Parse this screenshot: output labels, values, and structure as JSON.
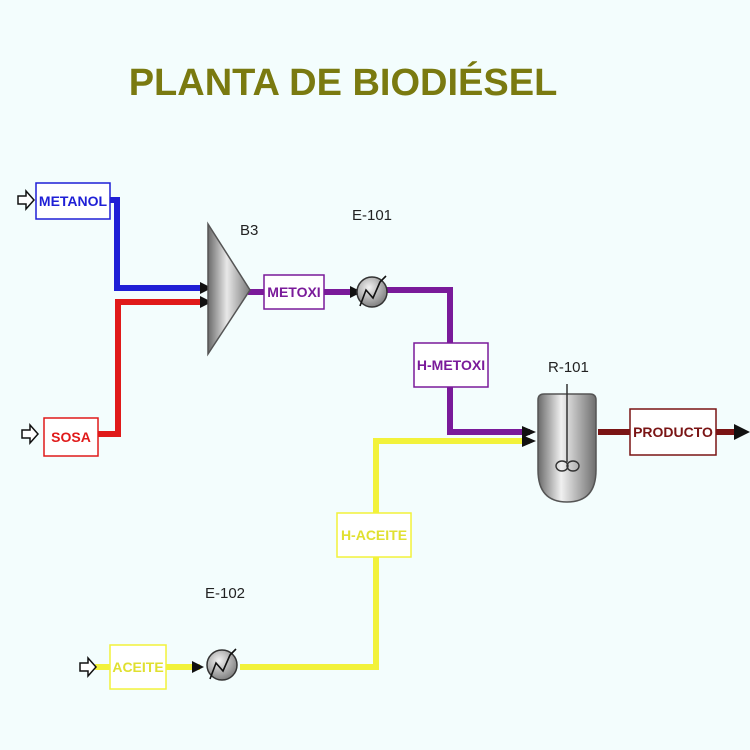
{
  "title": "PLANTA DE BIODIÉSEL",
  "colors": {
    "title": "#7a7a10",
    "metanol": "#1f1fd6",
    "sosa": "#e01a1a",
    "metoxi": "#7a1a9a",
    "aceite": "#f2f23a",
    "producto": "#7a1414",
    "equipment": "#9a9a9a"
  },
  "streams": {
    "metanol": "METANOL",
    "sosa": "SOSA",
    "metoxi": "METOXI",
    "h_metoxi": "H-METOXI",
    "aceite": "ACEITE",
    "h_aceite": "H-ACEITE",
    "producto": "PRODUCTO"
  },
  "equipment": {
    "mixer": "B3",
    "heater1": "E-101",
    "heater2": "E-102",
    "reactor": "R-101"
  }
}
